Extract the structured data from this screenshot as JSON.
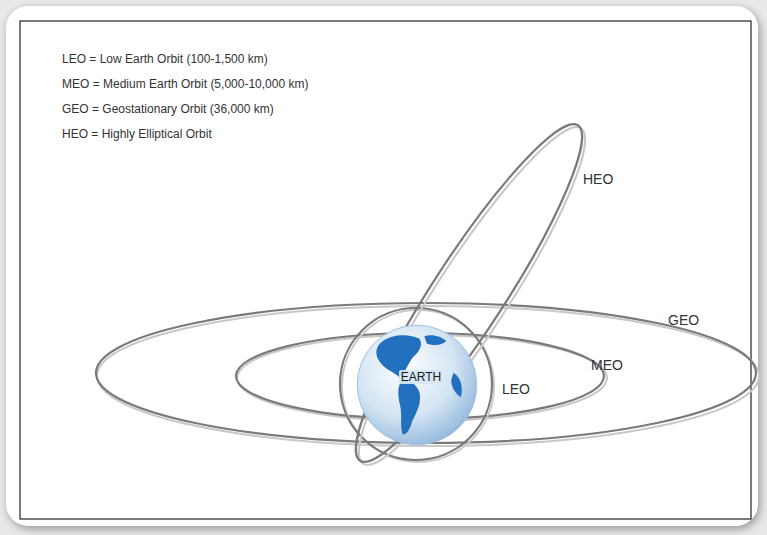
{
  "diagram": {
    "nodes": [
      {
        "text": [
          "EARTH"
        ]
      }
    ],
    "labels": [
      "LEO = Low Earth Orbit (100-1,500 km)",
      "MEO = Medium Earth Orbit (5,000-10,000 km)",
      "GEO = Geostationary Orbit (36,000 km)",
      "HEO = Highly Elliptical Orbit",
      "HEO",
      "GEO",
      "MEO",
      "LEO"
    ]
  }
}
